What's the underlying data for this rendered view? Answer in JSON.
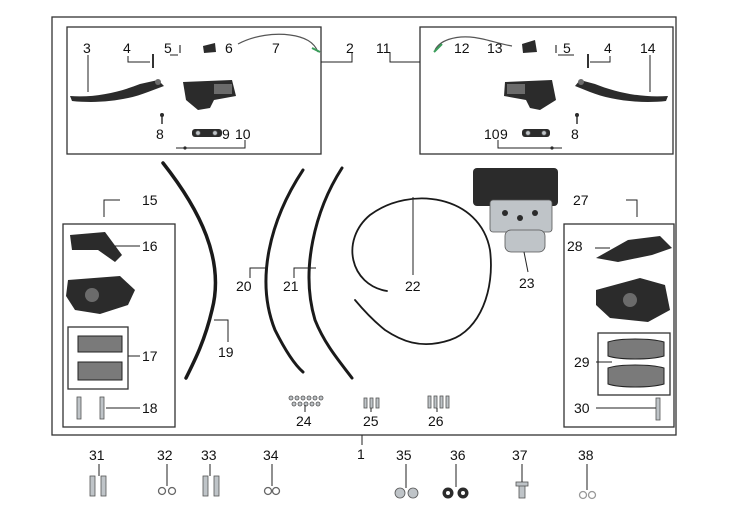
{
  "callouts": {
    "c1": "1",
    "c2": "2",
    "c3": "3",
    "c4": "4",
    "c5": "5",
    "c6": "6",
    "c7": "7",
    "c8": "8",
    "c9": "9",
    "c10": "10",
    "c11": "11",
    "c12": "12",
    "c13": "13",
    "c4b": "4",
    "c5b": "5",
    "c14": "14",
    "c8b": "8",
    "c10b": "10",
    "c9b": "9",
    "c15": "15",
    "c16": "16",
    "c17": "17",
    "c18": "18",
    "c19": "19",
    "c20": "20",
    "c21": "21",
    "c22": "22",
    "c23": "23",
    "c24": "24",
    "c25": "25",
    "c26": "26",
    "c27": "27",
    "c28": "28",
    "c29": "29",
    "c30": "30",
    "c31": "31",
    "c32": "32",
    "c33": "33",
    "c34": "34",
    "c35": "35",
    "c36": "36",
    "c37": "37",
    "c38": "38"
  },
  "colors": {
    "ink": "#1a1a1a",
    "metal": "#bfc4c8",
    "wire": "#3a9d5a"
  }
}
